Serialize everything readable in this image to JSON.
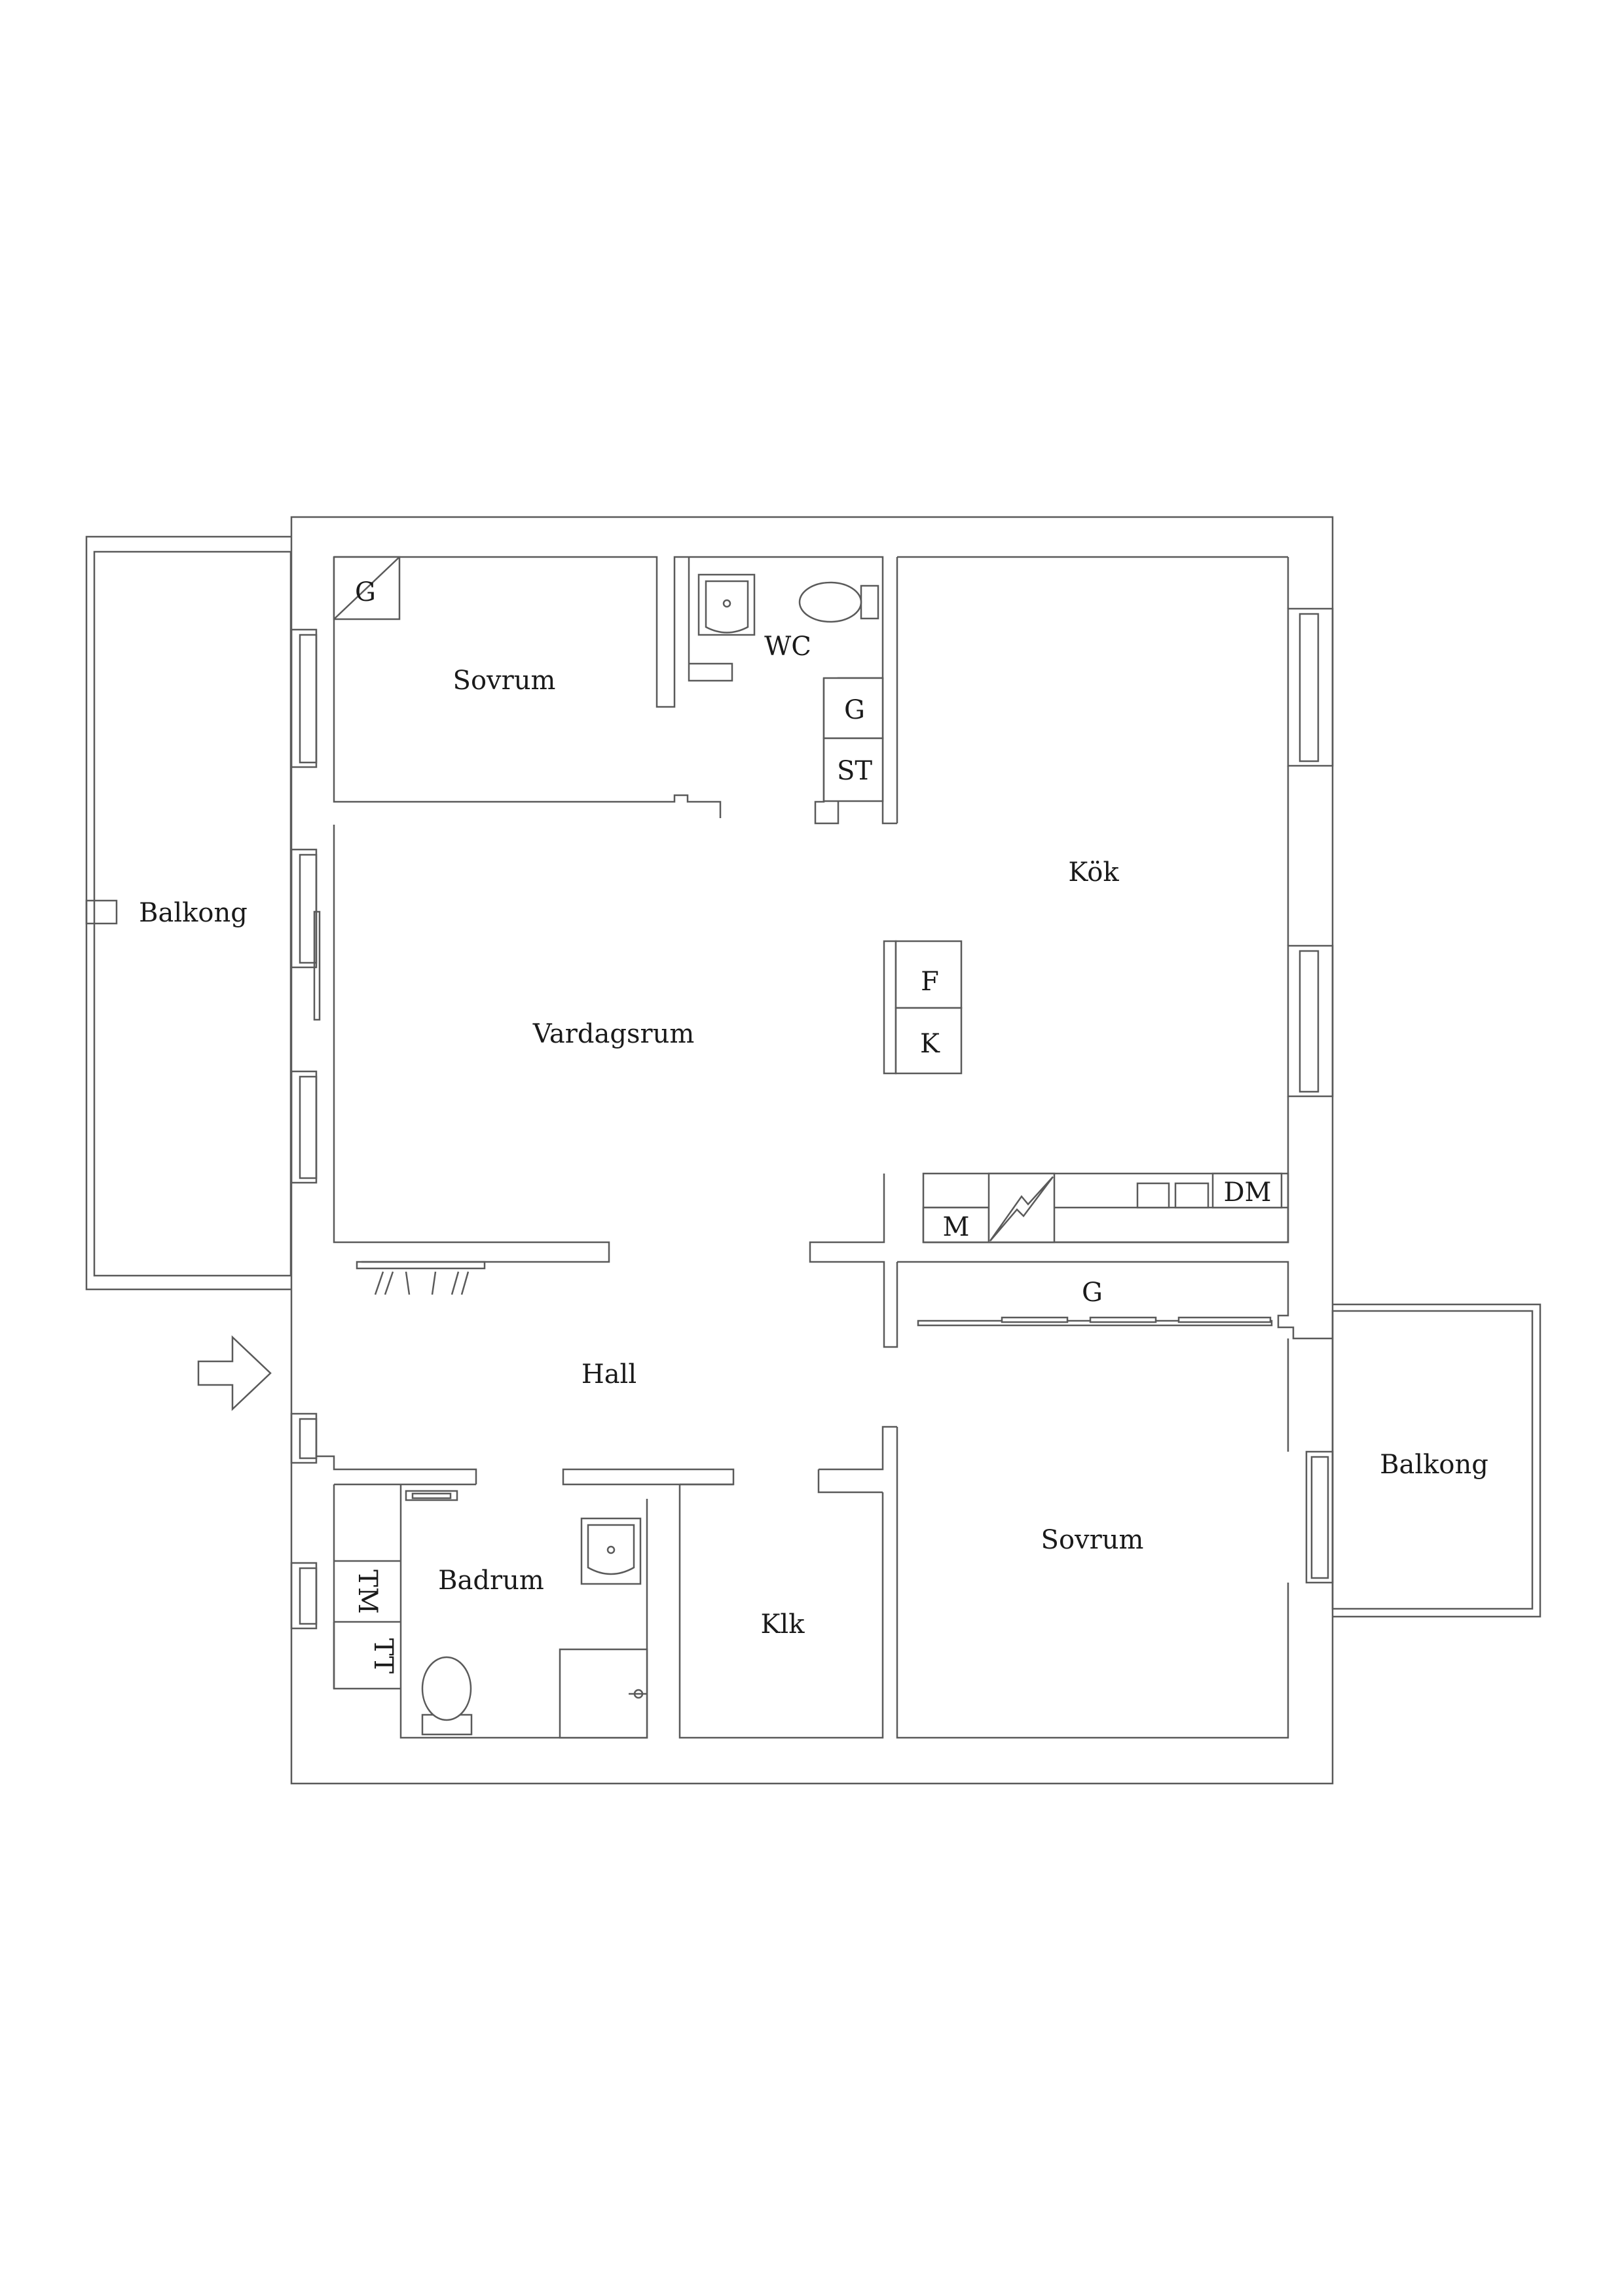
{
  "rooms": {
    "balkong_west": "Balkong",
    "sovrum_north": "Sovrum",
    "wc": "WC",
    "kok": "Kök",
    "vardagsrum": "Vardagsrum",
    "hall": "Hall",
    "badrum": "Badrum",
    "klk": "Klk",
    "sovrum_south": "Sovrum",
    "balkong_east": "Balkong"
  },
  "fixtures": {
    "g_sovrum": "G",
    "g_closet": "G",
    "st": "ST",
    "f": "F",
    "k": "K",
    "m": "M",
    "dm": "DM",
    "g_wardrobe": "G",
    "tm": "TM",
    "tt": "TT"
  },
  "colors": {
    "line": "#5a5a5a",
    "background": "#ffffff"
  },
  "icons": [
    "entrance-arrow-icon",
    "sink-icon",
    "toilet-icon",
    "stove-icon"
  ]
}
